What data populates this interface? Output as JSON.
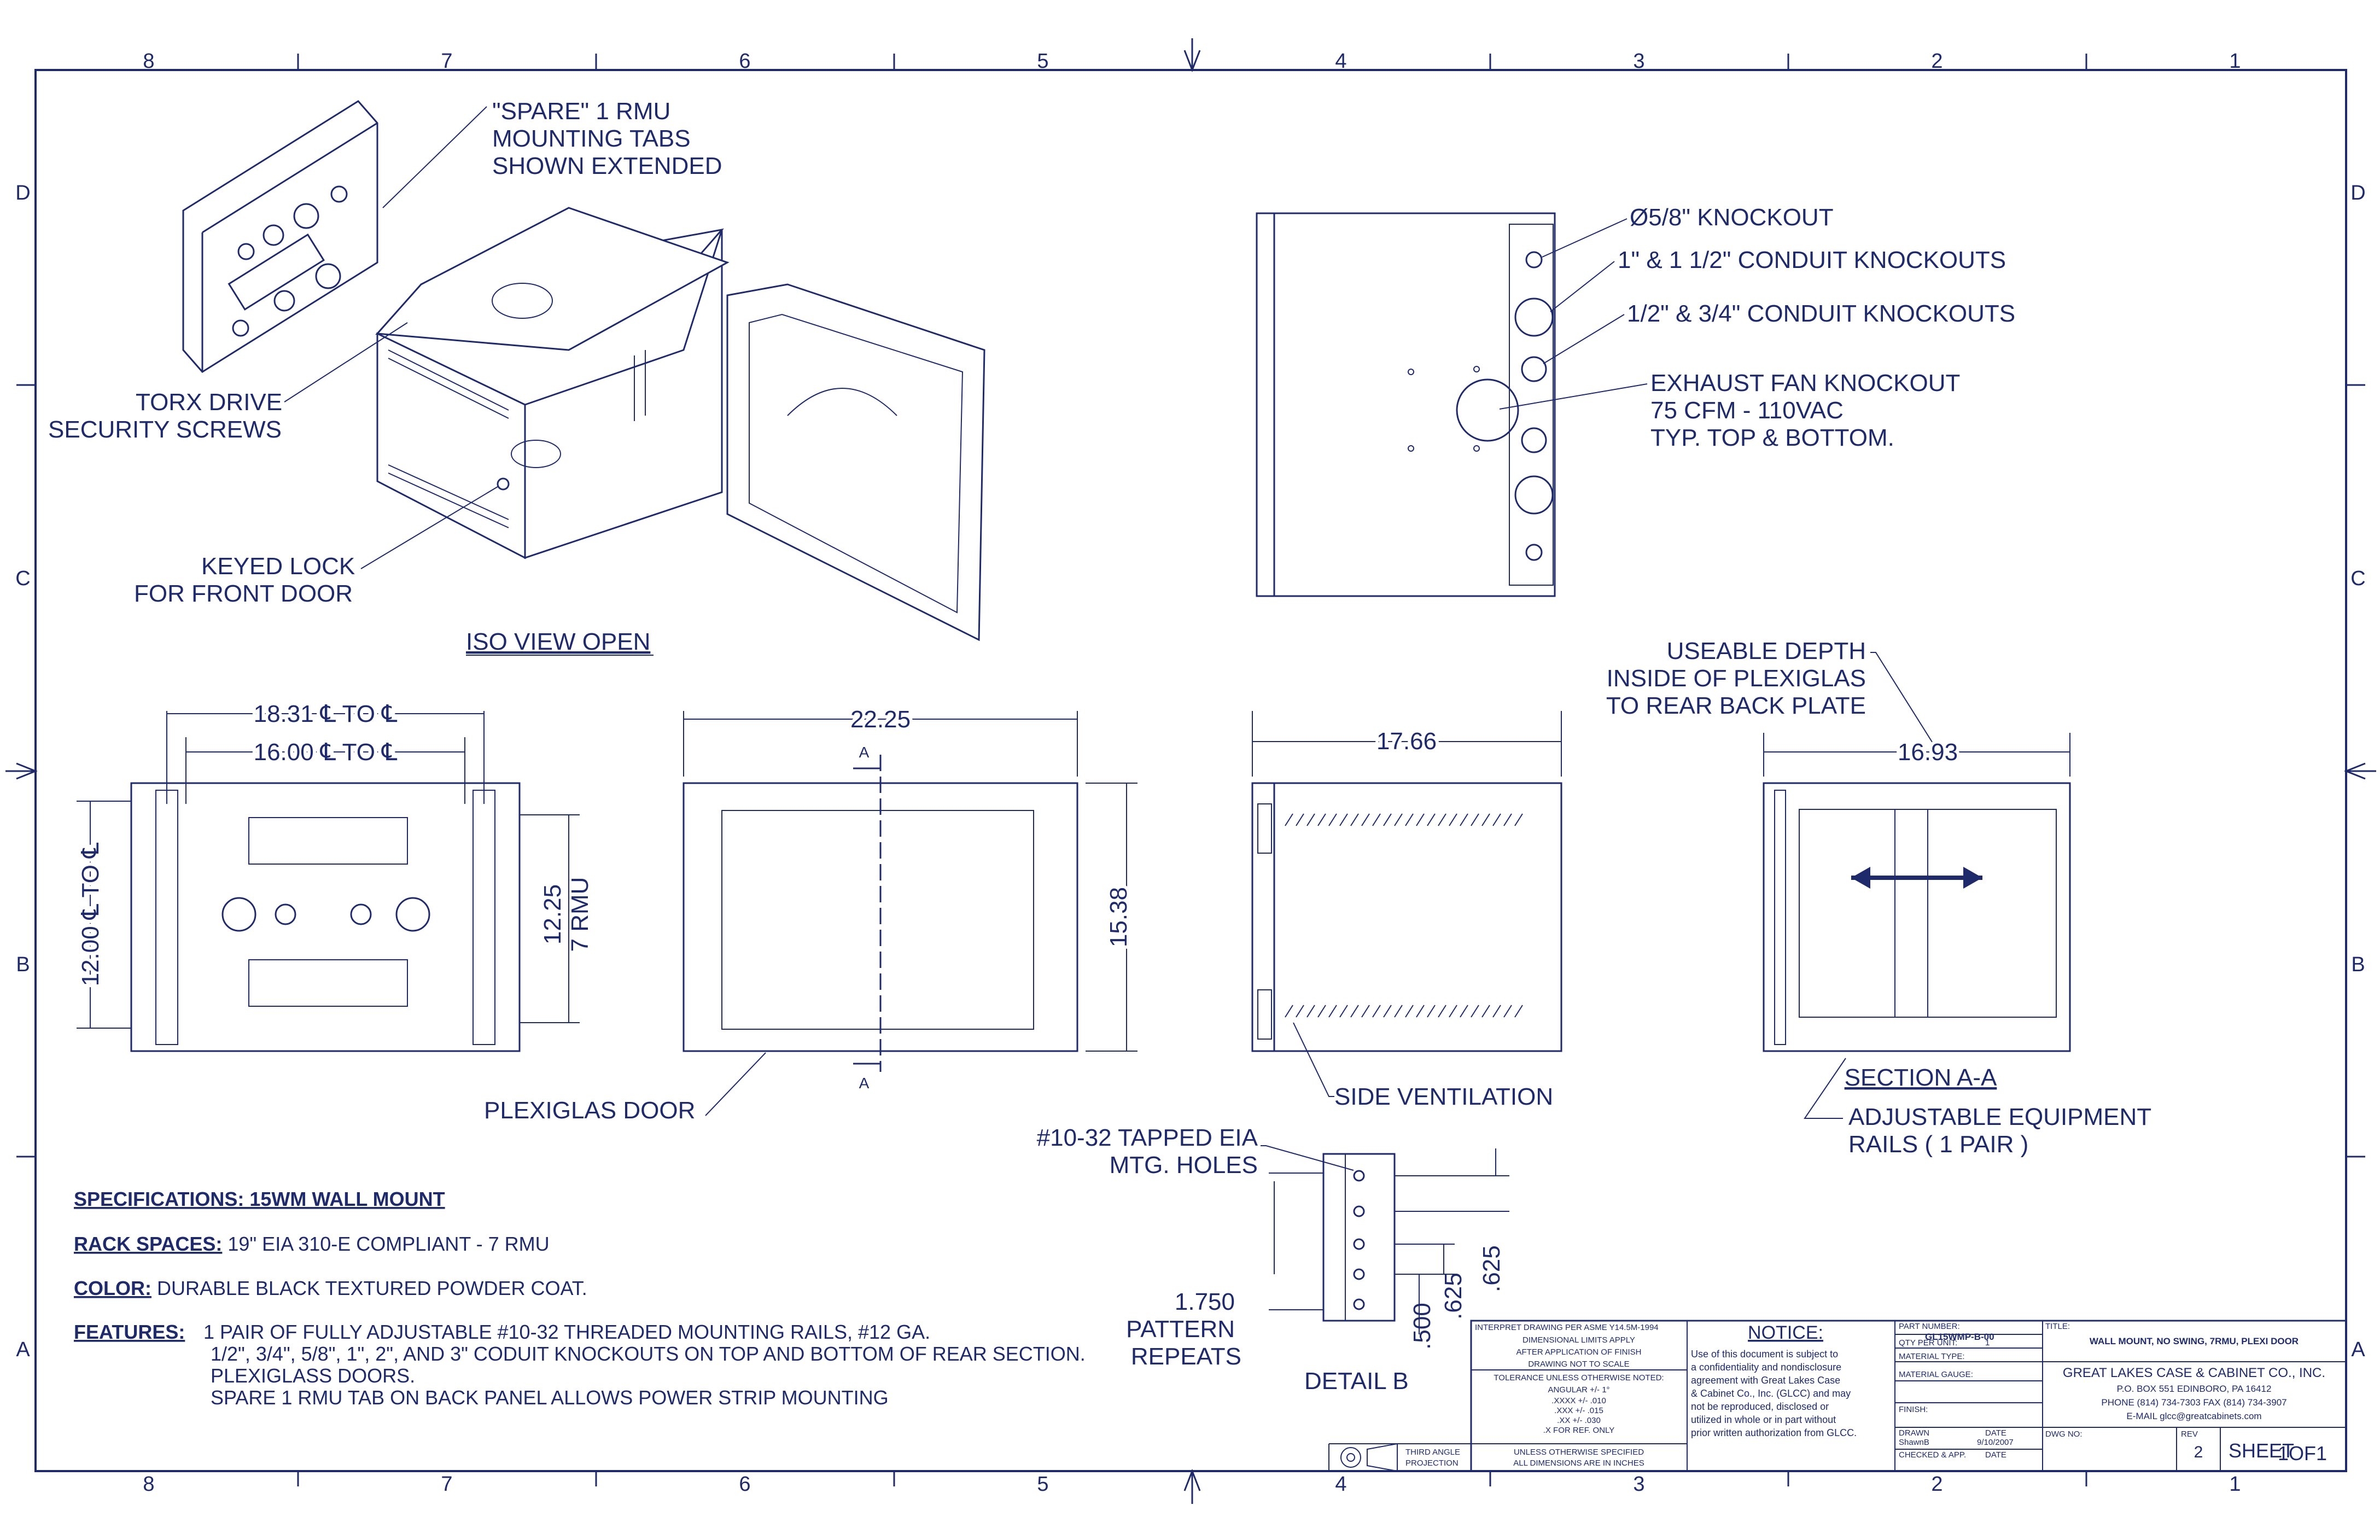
{
  "zones_top": [
    "8",
    "7",
    "6",
    "5",
    "4",
    "3",
    "2",
    "1"
  ],
  "zones_side": [
    "D",
    "C",
    "B",
    "A"
  ],
  "iso": {
    "spare_tabs": [
      "\"SPARE\" 1 RMU",
      "MOUNTING TABS",
      "SHOWN EXTENDED"
    ],
    "torx": [
      "TORX DRIVE",
      "SECURITY SCREWS"
    ],
    "keyed_lock": [
      "KEYED LOCK",
      "FOR FRONT DOOR"
    ],
    "title": "ISO VIEW OPEN"
  },
  "rear": {
    "knockout": "Ø5/8\" KNOCKOUT",
    "conduit1": "1\" & 1 1/2\" CONDUIT KNOCKOUTS",
    "conduit2": "1/2\" & 3/4\" CONDUIT KNOCKOUTS",
    "exhaust": [
      "EXHAUST FAN KNOCKOUT",
      "75 CFM  - 110VAC",
      "TYP. TOP & BOTTOM."
    ]
  },
  "back_view": {
    "dim1": "18.31 ℄ TO ℄",
    "dim2": "16.00 ℄ TO ℄",
    "dim3": "12.00 ℄ TO ℄",
    "dim4a": "12.25",
    "dim4b": "7 RMU"
  },
  "front_view": {
    "width": "22.25",
    "height": "15.38",
    "section_a": "A",
    "door_label": "PLEXIGLAS DOOR"
  },
  "side_view": {
    "depth": "17.66",
    "vent_label": "SIDE VENTILATION"
  },
  "section_view": {
    "useable": [
      "USEABLE DEPTH",
      "INSIDE OF PLEXIGLAS",
      "TO REAR BACK PLATE"
    ],
    "depth": "16.93",
    "title": "SECTION A-A",
    "rails": [
      "ADJUSTABLE EQUIPMENT",
      "RAILS ( 1 PAIR )"
    ]
  },
  "detail_b": {
    "holes": [
      "#10-32 TAPPED EIA",
      "MTG. HOLES"
    ],
    "pitch": "1.750",
    "repeats": [
      "PATTERN",
      "REPEATS"
    ],
    "d500": ".500",
    "d625a": ".625",
    "d625b": ".625",
    "title": "DETAIL  B"
  },
  "specs": {
    "header": "SPECIFICATIONS: 15WM WALL MOUNT",
    "rack_label": "RACK SPACES:",
    "rack_value": " 19\" EIA 310-E COMPLIANT - 7 RMU",
    "color_label": "COLOR:",
    "color_value": " DURABLE BLACK TEXTURED POWDER COAT.",
    "features_label": "FEATURES:",
    "features": [
      "1 PAIR OF FULLY ADJUSTABLE #10-32 THREADED MOUNTING RAILS, #12 GA.",
      "1/2\", 3/4\", 5/8\", 1\", 2\", AND 3\" CODUIT KNOCKOUTS ON TOP AND BOTTOM OF REAR SECTION.",
      "PLEXIGLASS DOORS.",
      "SPARE 1 RMU TAB ON BACK PANEL ALLOWS POWER STRIP MOUNTING"
    ]
  },
  "title_block": {
    "tol": [
      "INTERPRET DRAWING PER ASME Y14.5M-1994",
      "DIMENSIONAL LIMITS APPLY",
      "AFTER APPLICATION OF FINISH",
      "DRAWING NOT TO SCALE",
      "TOLERANCE UNLESS OTHERWISE NOTED:",
      "ANGULAR +/- 1°",
      ".XXXX +/- .010",
      ".XXX +/- .015",
      ".XX +/- .030",
      ".X FOR REF. ONLY"
    ],
    "projection": [
      "THIRD ANGLE",
      "PROJECTION"
    ],
    "units": [
      "UNLESS OTHERWISE SPECIFIED",
      "ALL DIMENSIONS ARE IN INCHES"
    ],
    "notice_title": "NOTICE:",
    "notice": [
      "Use of this document is subject to",
      "a confidentiality and nondisclosure",
      "agreement with Great Lakes Case",
      "& Cabinet Co., Inc. (GLCC) and may",
      "not be reproduced, disclosed or",
      "utilized in whole or in part without",
      "prior written authorization from GLCC."
    ],
    "part_number_label": "PART NUMBER:",
    "part_number": "GL15WMP-B-00",
    "qty_label": "QTY PER UNIT:",
    "qty": "1",
    "mat_type": "MATERIAL TYPE:",
    "mat_gauge": "MATERIAL GAUGE:",
    "finish": "FINISH:",
    "drawn_label": "DRAWN",
    "drawn_by": "ShawnB",
    "date_label": "DATE",
    "date": "9/10/2007",
    "checked": "CHECKED & APP.",
    "date_label2": "DATE",
    "title_label": "TITLE:",
    "title": "WALL MOUNT, NO SWING, 7RMU, PLEXI DOOR",
    "company": "GREAT LAKES CASE & CABINET CO., INC.",
    "address": "P.O. BOX 551 EDINBORO, PA 16412",
    "phone": "PHONE (814) 734-7303 FAX (814) 734-3907",
    "email": "E-MAIL glcc@greatcabinets.com",
    "dwg_label": "DWG NO:",
    "rev_label": "REV",
    "rev": "2",
    "sheet": "SHEET",
    "sheet_of": "1OF1"
  }
}
